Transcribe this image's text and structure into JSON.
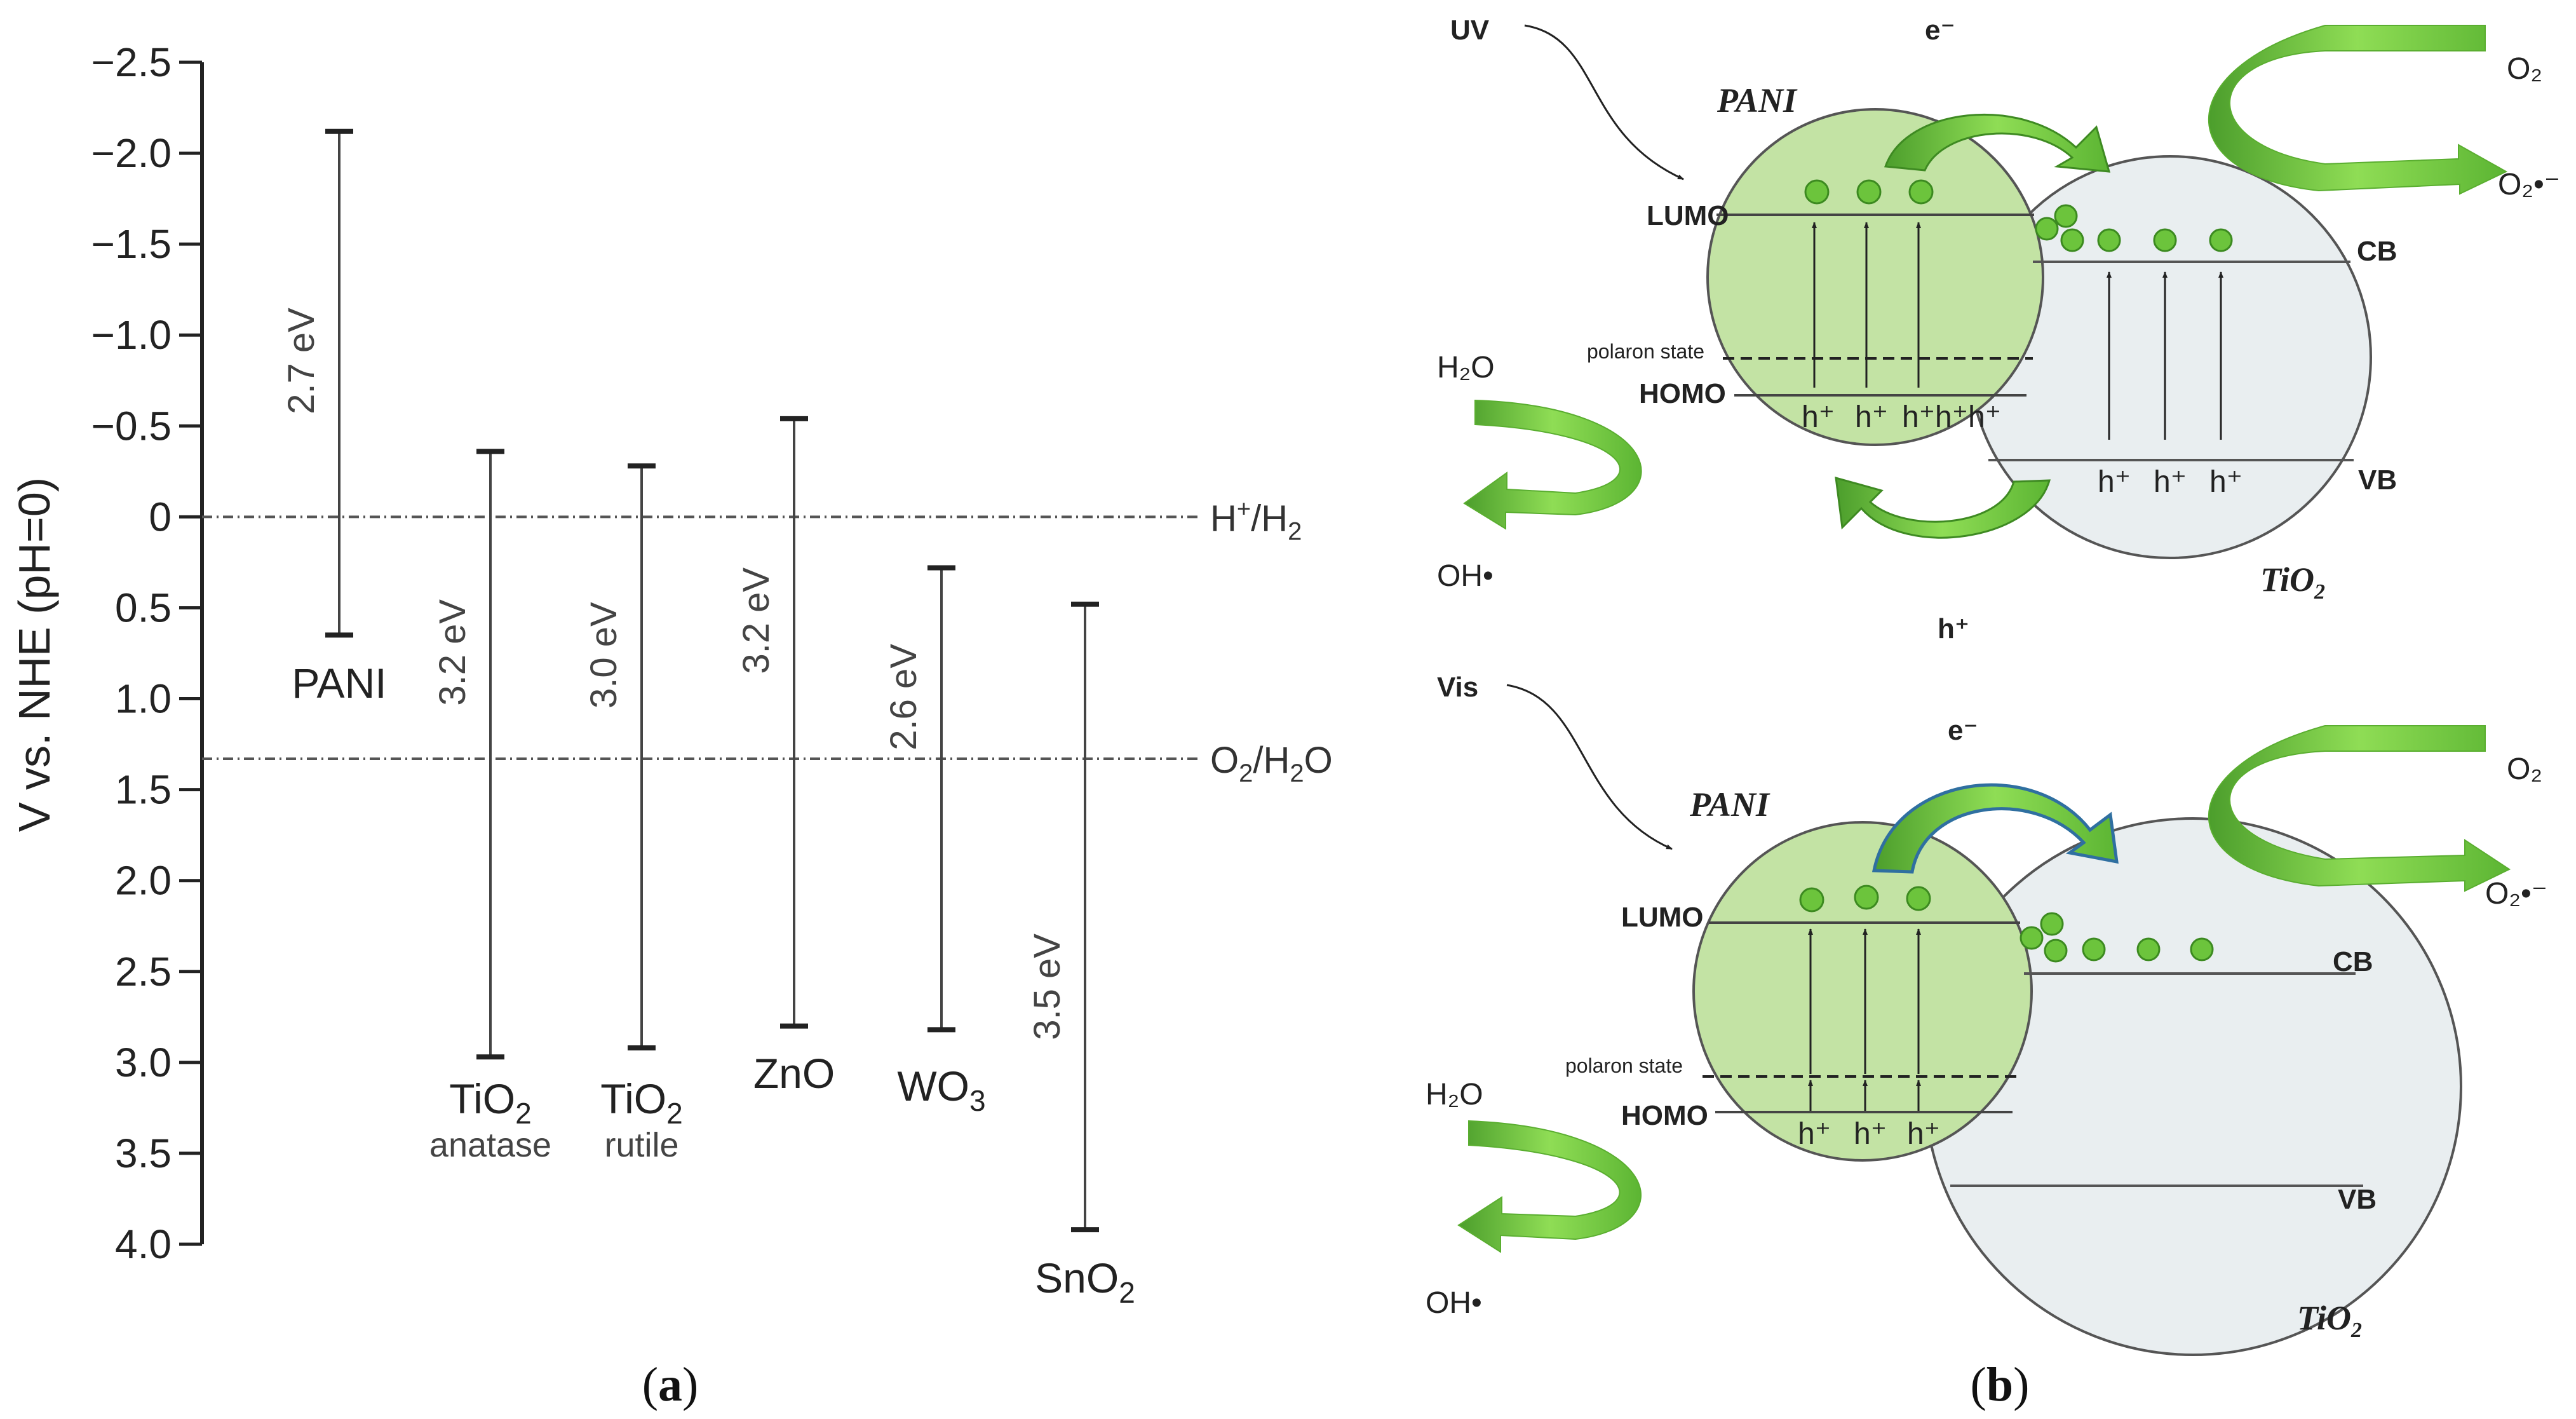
{
  "chart_data": {
    "type": "band-diagram",
    "ylabel": "V vs. NHE  (pH=0)",
    "y_ticks": [
      "−2.5",
      "−2.0",
      "−1.5",
      "−1.0",
      "−0.5",
      "0",
      "0.5",
      "1.0",
      "1.5",
      "2.0",
      "2.5",
      "3.0",
      "3.5",
      "4.0"
    ],
    "y_tick_values": [
      -2.5,
      -2.0,
      -1.5,
      -1.0,
      -0.5,
      0,
      0.5,
      1.0,
      1.5,
      2.0,
      2.5,
      3.0,
      3.5,
      4.0
    ],
    "ylim": [
      -2.5,
      4.0
    ],
    "reference_lines": [
      {
        "label_main": "H",
        "label_sup": "+",
        "label_rest": "/H",
        "label_sub": "2",
        "value": 0.0
      },
      {
        "label_main": "O",
        "label_sub": "2",
        "label_rest": "/H",
        "label_sub2": "2",
        "label_tail": "O",
        "value": 1.33
      }
    ],
    "materials": [
      {
        "name": "PANI",
        "name_sub": "",
        "phase": "",
        "gap": "2.7 eV",
        "top": -2.12,
        "bottom": 0.65
      },
      {
        "name": "TiO",
        "name_sub": "2",
        "phase": "anatase",
        "gap": "3.2 eV",
        "top": -0.36,
        "bottom": 2.97
      },
      {
        "name": "TiO",
        "name_sub": "2",
        "phase": "rutile",
        "gap": "3.0 eV",
        "top": -0.28,
        "bottom": 2.92
      },
      {
        "name": "ZnO",
        "name_sub": "",
        "phase": "",
        "gap": "3.2 eV",
        "top": -0.54,
        "bottom": 2.8
      },
      {
        "name": "WO",
        "name_sub": "3",
        "phase": "",
        "gap": "2.6 eV",
        "top": 0.28,
        "bottom": 2.82
      },
      {
        "name": "SnO",
        "name_sub": "2",
        "phase": "",
        "gap": "3.5 eV",
        "top": 0.48,
        "bottom": 3.92
      }
    ]
  },
  "captions": {
    "a": "a",
    "b": "b"
  },
  "diagram": {
    "uv_panel": {
      "source": "UV",
      "electron": "e⁻",
      "hole": "h⁺",
      "pani": "PANI",
      "tio2": "TiO",
      "tio2_sub": "2",
      "lumo": "LUMO",
      "homo": "HOMO",
      "polaron": "polaron state",
      "cb": "CB",
      "vb": "VB",
      "h2o": "H₂O",
      "oh": "OH•",
      "o2": "O₂",
      "o2_radical": "O₂•⁻",
      "pani_holes": [
        "h⁺",
        "h⁺",
        "h⁺h⁺h⁺"
      ],
      "tio2_holes": [
        "h⁺",
        "h⁺",
        "h⁺"
      ]
    },
    "vis_panel": {
      "source": "Vis",
      "electron": "e⁻",
      "pani": "PANI",
      "tio2": "TiO",
      "tio2_sub": "2",
      "lumo": "LUMO",
      "homo": "HOMO",
      "polaron": "polaron state",
      "cb": "CB",
      "vb": "VB",
      "h2o": "H₂O",
      "oh": "OH•",
      "o2": "O₂",
      "o2_radical": "O₂•⁻",
      "pani_holes": [
        "h⁺",
        "h⁺",
        "h⁺"
      ]
    },
    "colors": {
      "pani_fill": "#c3e3a4",
      "tio2_fill": "#e9eef0",
      "arrow_green": "#7fd64a",
      "arrow_dark": "#4a9a2a",
      "dot_green": "#6cc43c"
    }
  }
}
